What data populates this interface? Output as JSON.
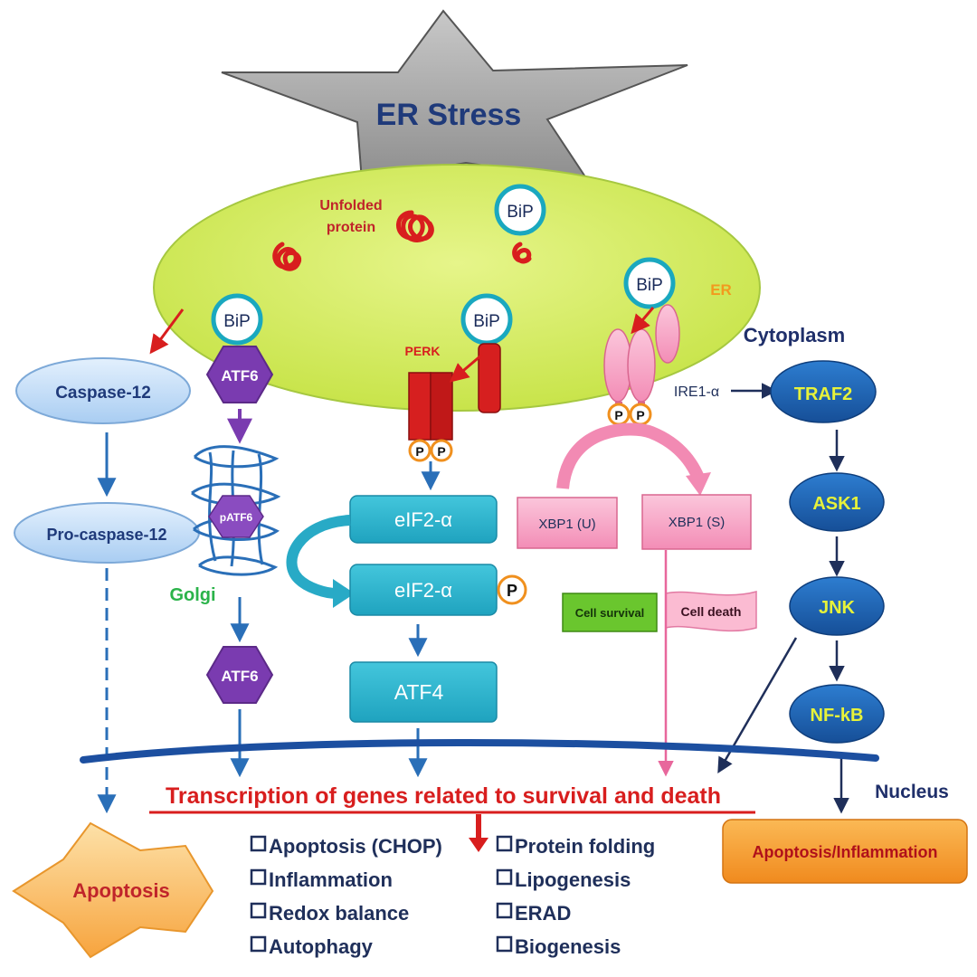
{
  "title": "ER Stress",
  "er": {
    "unfolded_line1": "Unfolded",
    "unfolded_line2": "protein",
    "er_label": "ER",
    "bip": "BiP"
  },
  "cytoplasm": "Cytoplasm",
  "nucleus": "Nucleus",
  "caspase": {
    "caspase12": "Caspase-12",
    "procaspase12": "Pro-caspase-12"
  },
  "atf6_branch": {
    "atf6": "ATF6",
    "patf6": "pATF6",
    "golgi": "Golgi",
    "atf6_cleaved": "ATF6"
  },
  "perk_branch": {
    "perk": "PERK",
    "p": "P",
    "eif2a": "eIF2-α",
    "eif2a_p": "eIF2-α",
    "atf4": "ATF4"
  },
  "ire1_branch": {
    "ire1": "IRE1-α",
    "xbp1u": "XBP1 (U)",
    "xbp1s": "XBP1 (S)",
    "cell_survival": "Cell survival",
    "cell_death": "Cell death"
  },
  "traf_branch": {
    "traf2": "TRAF2",
    "ask1": "ASK1",
    "jnk": "JNK",
    "nfkb": "NF-kB"
  },
  "transcription": "Transcription  of genes related to survival  and death",
  "outcomes": {
    "left": [
      "Apoptosis  (CHOP)",
      "Inflammation",
      "Redox balance",
      "Autophagy"
    ],
    "right": [
      "Protein folding",
      "Lipogenesis",
      "ERAD",
      "Biogenesis"
    ]
  },
  "apoptosis": "Apoptosis",
  "apoptosis_inflammation": "Apoptosis/Inflammation",
  "colors": {
    "er_green": "#d6ee6a",
    "arrow_blue": "#2a6fb8",
    "arrow_red": "#d81e1e",
    "teal_box": "#2eb7cf",
    "purple": "#7a3bb0",
    "pink": "#f7a9c9",
    "navy_oval": "#1d63b3",
    "yellow_text": "#e7f23a"
  }
}
